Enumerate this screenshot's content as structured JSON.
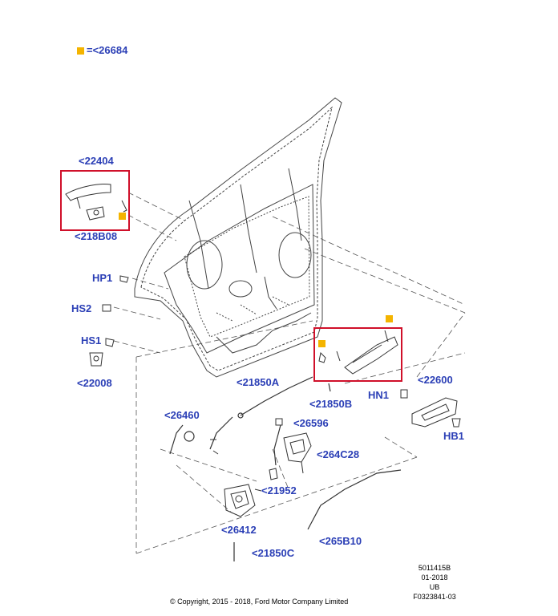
{
  "legend": {
    "text": "=<26684",
    "marker_color": "#f4b400"
  },
  "highlight_color": "#d0102a",
  "label_color": "#2b3fb6",
  "labels": {
    "l22404": "<22404",
    "l218B08": "<218B08",
    "hp1": "HP1",
    "hs2": "HS2",
    "hs1": "HS1",
    "l22008": "<22008",
    "l21850A": "<21850A",
    "l21850B": "<21850B",
    "hn1": "HN1",
    "l22600": "<22600",
    "hb1": "HB1",
    "l26460": "<26460",
    "l26596": "<26596",
    "l264C28": "<264C28",
    "l21952": "<21952",
    "l26412": "<26412",
    "l265B10": "<265B10",
    "l21850C": "<21850C"
  },
  "info_block": [
    "5011415B",
    "01-2018",
    "UB",
    "F0323841-03"
  ],
  "copyright": "© Copyright, 2015 - 2018, Ford Motor Company Limited"
}
